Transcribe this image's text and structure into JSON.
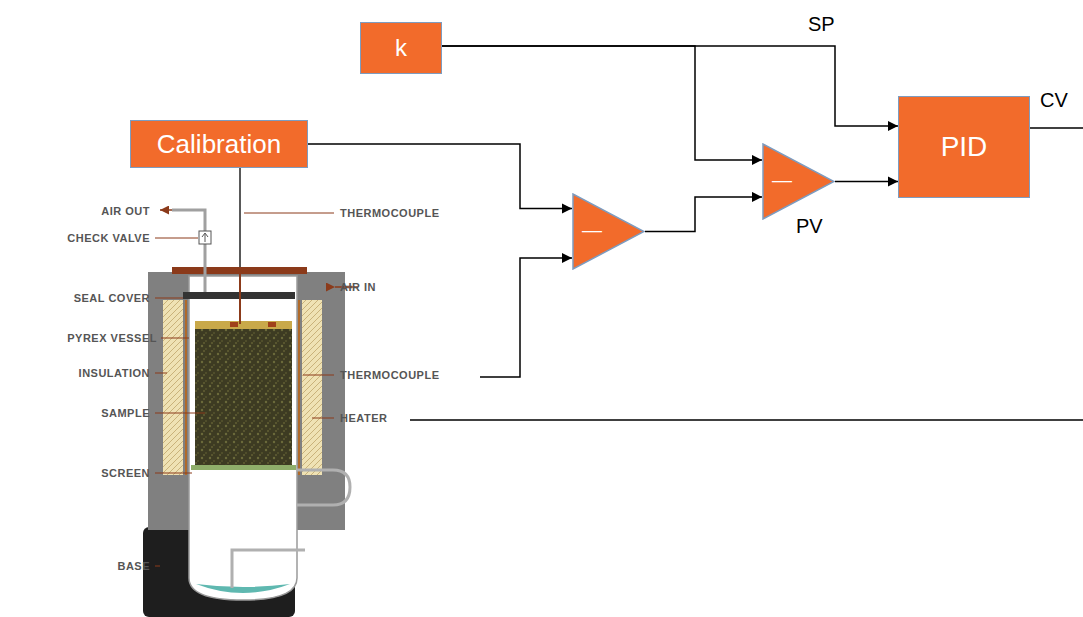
{
  "diagram": {
    "nodes": [
      {
        "text": [
          "k"
        ]
      },
      {
        "text": [
          "PID"
        ]
      },
      {
        "text": [
          "Calibration"
        ]
      },
      {
        "text": [
          "—"
        ]
      },
      {
        "text": [
          "—"
        ]
      }
    ],
    "edges": [
      {
        "from": 0,
        "to": 1,
        "arrow": "to"
      },
      {
        "from": 0,
        "to": 3,
        "arrow": "to"
      },
      {
        "from": 2,
        "to": 4,
        "arrow": "to"
      },
      {
        "from": 4,
        "to": 3,
        "arrow": "to"
      },
      {
        "from": 3,
        "to": 1,
        "arrow": "to"
      }
    ],
    "labels": [
      "SP",
      "CV",
      "PV",
      "AIR OUT",
      "CHECK VALVE",
      "THERMOCOUPLE",
      "SEAL COVER",
      "AIR IN",
      "PYREX VESSEL",
      "INSULATION",
      "THERMOCOUPLE",
      "SAMPLE",
      "HEATER",
      "SCREEN",
      "BASE"
    ]
  }
}
